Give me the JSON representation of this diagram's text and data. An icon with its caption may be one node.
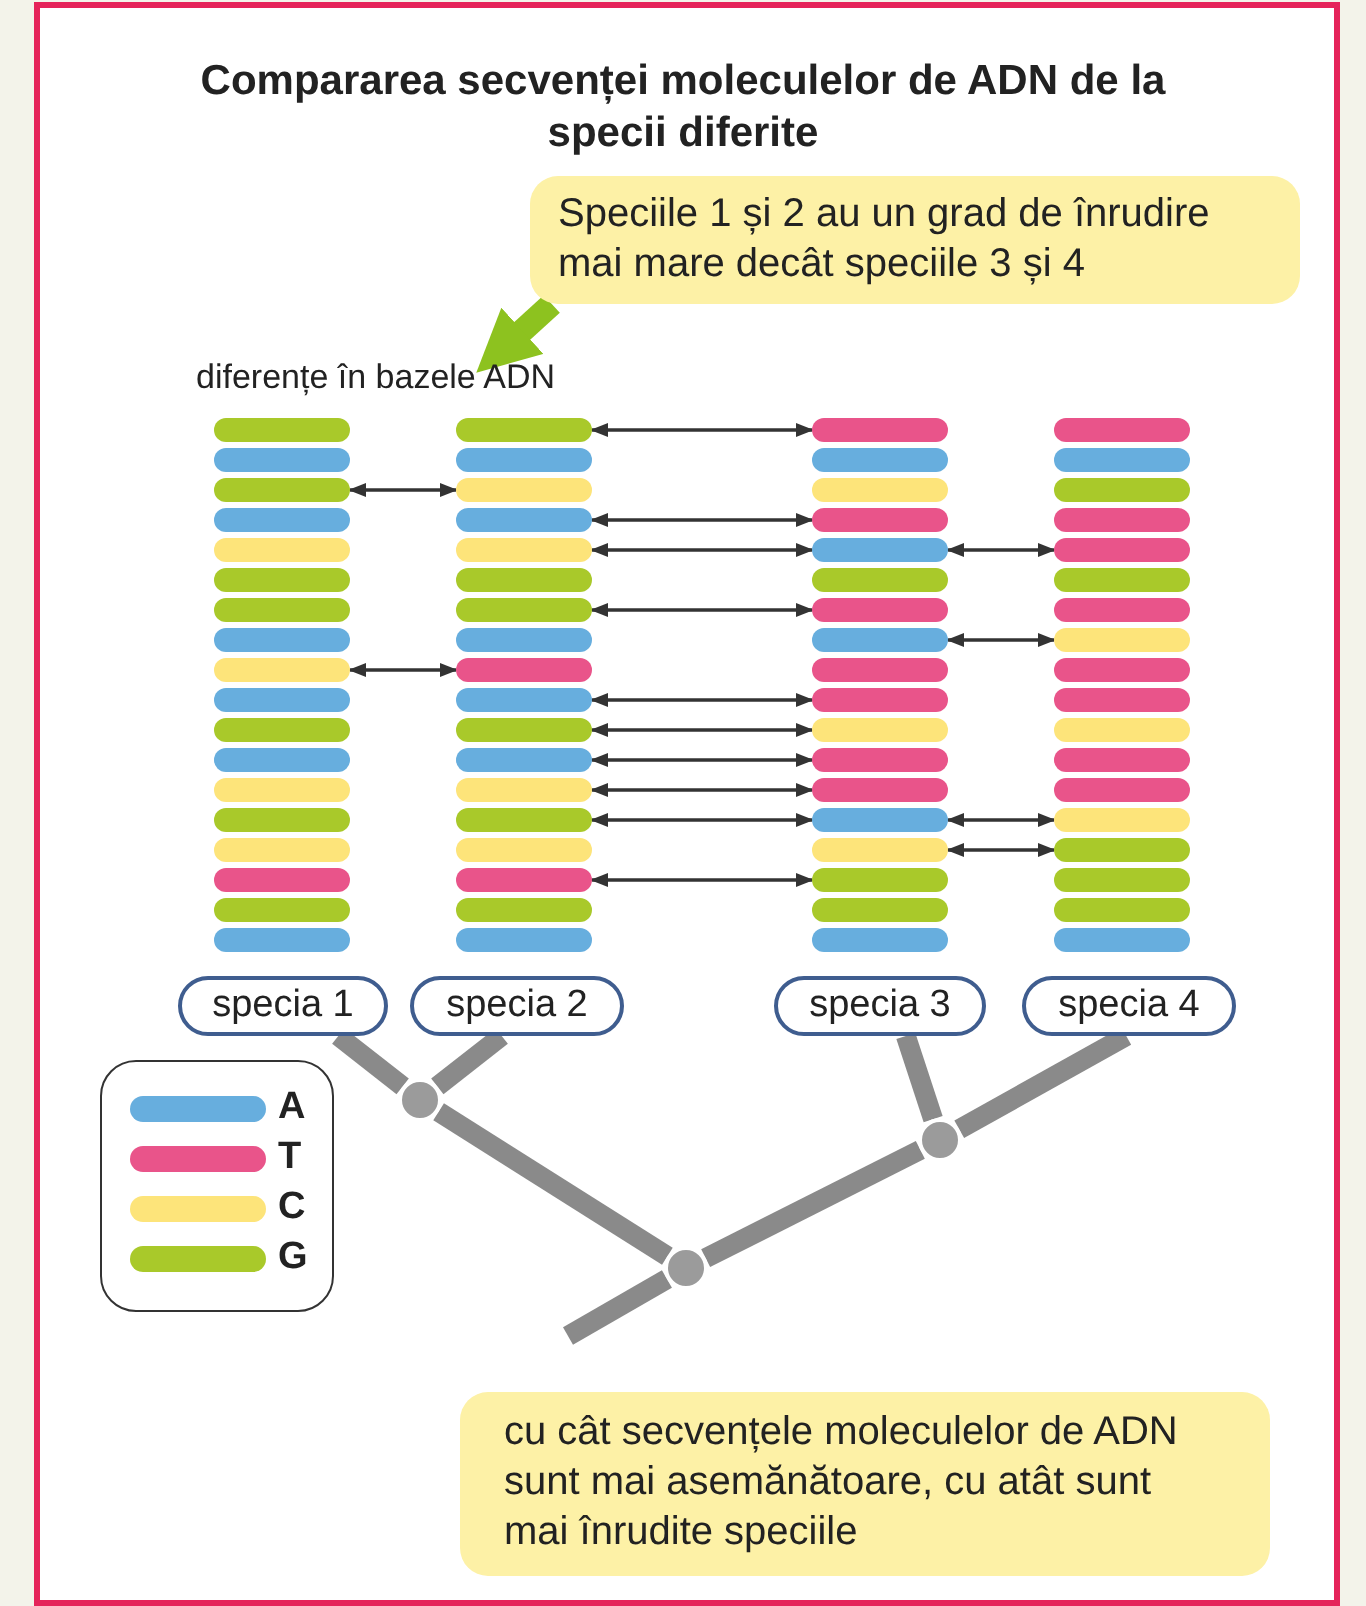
{
  "diagram": {
    "title": "Compararea secvenței moleculelor de ADN de la specii diferite",
    "nodes": [
      {
        "text": [
          "Speciile 1 și 2 au un grad de înrudire mai mare decât speciile 3 și 4"
        ]
      },
      {
        "text": [
          "diferențe în bazele ADN"
        ]
      },
      {
        "text": [],
        "shape": "bar"
      },
      {
        "text": [],
        "shape": "bar"
      },
      {
        "text": [],
        "shape": "bar"
      },
      {
        "text": [],
        "shape": "bar"
      },
      {
        "text": [],
        "shape": "bar"
      },
      {
        "text": [],
        "shape": "bar"
      },
      {
        "text": [],
        "shape": "bar"
      },
      {
        "text": [],
        "shape": "bar"
      },
      {
        "text": [],
        "shape": "bar"
      },
      {
        "text": [],
        "shape": "bar"
      },
      {
        "text": [],
        "shape": "bar"
      },
      {
        "text": [],
        "shape": "bar"
      },
      {
        "text": [],
        "shape": "bar"
      },
      {
        "text": [],
        "shape": "bar"
      },
      {
        "text": [],
        "shape": "bar"
      },
      {
        "text": [],
        "shape": "bar"
      },
      {
        "text": [],
        "shape": "bar"
      },
      {
        "text": [],
        "shape": "bar"
      },
      {
        "text": [],
        "shape": "bar"
      },
      {
        "text": [],
        "shape": "bar"
      },
      {
        "text": [],
        "shape": "bar"
      },
      {
        "text": [],
        "shape": "bar"
      },
      {
        "text": [],
        "shape": "bar"
      },
      {
        "text": [],
        "shape": "bar"
      },
      {
        "text": [],
        "shape": "bar"
      },
      {
        "text": [],
        "shape": "bar"
      },
      {
        "text": [],
        "shape": "bar"
      },
      {
        "text": [],
        "shape": "bar"
      },
      {
        "text": [],
        "shape": "bar"
      },
      {
        "text": [],
        "shape": "bar"
      },
      {
        "text": [],
        "shape": "bar"
      },
      {
        "text": [],
        "shape": "bar"
      },
      {
        "text": [],
        "shape": "bar"
      },
      {
        "text": [],
        "shape": "bar"
      },
      {
        "text": [],
        "shape": "bar"
      },
      {
        "text": [],
        "shape": "bar"
      },
      {
        "text": [],
        "shape": "bar"
      },
      {
        "text": [],
        "shape": "bar"
      },
      {
        "text": [],
        "shape": "bar"
      },
      {
        "text": [],
        "shape": "bar"
      },
      {
        "text": [],
        "shape": "bar"
      },
      {
        "text": [],
        "shape": "bar"
      },
      {
        "text": [],
        "shape": "bar"
      },
      {
        "text": [],
        "shape": "bar"
      },
      {
        "text": [],
        "shape": "bar"
      },
      {
        "text": [],
        "shape": "bar"
      },
      {
        "text": [],
        "shape": "bar"
      },
      {
        "text": [],
        "shape": "bar"
      },
      {
        "text": [],
        "shape": "bar"
      },
      {
        "text": [],
        "shape": "bar"
      },
      {
        "text": [],
        "shape": "bar"
      },
      {
        "text": [],
        "shape": "bar"
      },
      {
        "text": [],
        "shape": "bar"
      },
      {
        "text": [],
        "shape": "bar"
      },
      {
        "text": [],
        "shape": "bar"
      },
      {
        "text": [],
        "shape": "bar"
      },
      {
        "text": [],
        "shape": "bar"
      },
      {
        "text": [],
        "shape": "bar"
      },
      {
        "text": [],
        "shape": "bar"
      },
      {
        "text": [],
        "shape": "bar"
      },
      {
        "text": [],
        "shape": "bar"
      },
      {
        "text": [],
        "shape": "bar"
      },
      {
        "text": [],
        "shape": "bar"
      },
      {
        "text": [],
        "shape": "bar"
      },
      {
        "text": [],
        "shape": "bar"
      },
      {
        "text": [],
        "shape": "bar"
      },
      {
        "text": [],
        "shape": "bar"
      },
      {
        "text": [],
        "shape": "bar"
      },
      {
        "text": [],
        "shape": "bar"
      },
      {
        "text": [],
        "shape": "bar"
      },
      {
        "text": [],
        "shape": "bar"
      },
      {
        "text": [],
        "shape": "bar"
      },
      {
        "text": [
          "specia 1"
        ]
      },
      {
        "text": [
          "specia 2"
        ]
      },
      {
        "text": [
          "specia 3"
        ]
      },
      {
        "text": [
          "specia 4"
        ]
      },
      {
        "text": [],
        "shape": "circle"
      },
      {
        "text": [],
        "shape": "circle"
      },
      {
        "text": [],
        "shape": "circle"
      },
      {
        "text": [
          "cu cât secvențele moleculelor de ADN sunt mai asemănătoare, cu atât sunt mai înrudite speciile"
        ]
      }
    ],
    "edges": [
      {
        "from": 0,
        "to": 1,
        "arrow": "to",
        "style": "thick",
        "color": "#8dc21f"
      },
      {
        "from": 4,
        "to": 22,
        "arrow": "both"
      },
      {
        "from": 10,
        "to": 28,
        "arrow": "both"
      },
      {
        "from": 20,
        "to": 38,
        "arrow": "both"
      },
      {
        "from": 23,
        "to": 41,
        "arrow": "both"
      },
      {
        "from": 24,
        "to": 42,
        "arrow": "both"
      },
      {
        "from": 26,
        "to": 44,
        "arrow": "both"
      },
      {
        "from": 29,
        "to": 47,
        "arrow": "both"
      },
      {
        "from": 30,
        "to": 48,
        "arrow": "both"
      },
      {
        "from": 31,
        "to": 49,
        "arrow": "both"
      },
      {
        "from": 32,
        "to": 50,
        "arrow": "both"
      },
      {
        "from": 33,
        "to": 51,
        "arrow": "both"
      },
      {
        "from": 35,
        "to": 53,
        "arrow": "both"
      },
      {
        "from": 42,
        "to": 60,
        "arrow": "both"
      },
      {
        "from": 45,
        "to": 63,
        "arrow": "both"
      },
      {
        "from": 51,
        "to": 69,
        "arrow": "both"
      },
      {
        "from": 52,
        "to": 70,
        "arrow": "both"
      },
      {
        "from": 74,
        "to": 78,
        "arrow": "none",
        "style": "thick",
        "color": "#8a8a8a"
      },
      {
        "from": 75,
        "to": 78,
        "arrow": "none",
        "style": "thick",
        "color": "#8a8a8a"
      },
      {
        "from": 78,
        "to": 80,
        "arrow": "none",
        "style": "thick",
        "color": "#8a8a8a"
      },
      {
        "from": 76,
        "to": 79,
        "arrow": "none",
        "style": "thick",
        "color": "#8a8a8a"
      },
      {
        "from": 77,
        "to": 79,
        "arrow": "none",
        "style": "thick",
        "color": "#8a8a8a"
      },
      {
        "from": 79,
        "to": 80,
        "arrow": "none",
        "style": "thick",
        "color": "#8a8a8a"
      },
      {
        "from": 80,
        "to": null,
        "arrow": "none",
        "style": "thick",
        "color": "#8a8a8a"
      }
    ],
    "legend": [
      {
        "text": "A",
        "color": "#67aede"
      },
      {
        "text": "T",
        "color": "#e9548a"
      },
      {
        "text": "C",
        "color": "#fde47a"
      },
      {
        "text": "G",
        "color": "#a9c92a"
      }
    ]
  }
}
